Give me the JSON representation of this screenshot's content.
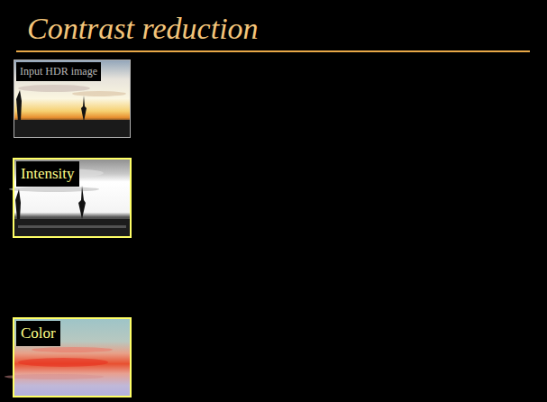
{
  "diagram": {
    "title": "Contrast reduction",
    "nodes": [
      {
        "text": [
          "Input HDR image"
        ]
      },
      {
        "text": [
          "Intensity"
        ]
      },
      {
        "text": [
          "Color"
        ]
      }
    ]
  }
}
